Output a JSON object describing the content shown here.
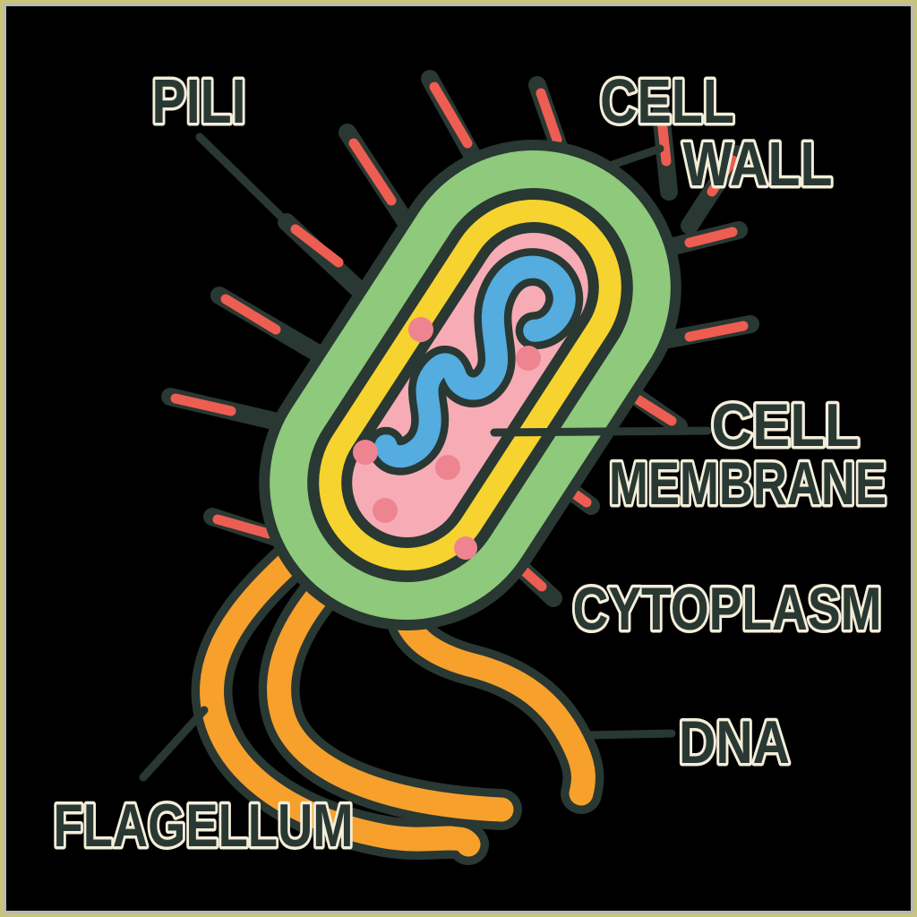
{
  "diagram": {
    "subject": "bacterium cell anatomy",
    "parts": [
      {
        "id": "pili",
        "label": "PILI",
        "color_key": "pili_red"
      },
      {
        "id": "cell-wall",
        "label": "CELL WALL",
        "color_key": "cell_wall_green"
      },
      {
        "id": "cell-membrane",
        "label": "CELL MEMBRANE",
        "color_key": "membrane_yellow"
      },
      {
        "id": "cytoplasm",
        "label": "CYTOPLASM",
        "color_key": "cytoplasm_pink"
      },
      {
        "id": "dna",
        "label": "DNA",
        "color_key": "dna_blue"
      },
      {
        "id": "flagellum",
        "label": "FLAGELLUM",
        "color_key": "flagella_orange"
      }
    ]
  },
  "labels": {
    "pili": "PILI",
    "cell_wall_line1": "CELL",
    "cell_wall_line2": "WALL",
    "cell_membrane_line1": "CELL",
    "cell_membrane_line2": "MEMBRANE",
    "cytoplasm": "CYTOPLASM",
    "dna": "DNA",
    "flagellum": "FLAGELLUM"
  },
  "colors": {
    "background": "#000000",
    "frame_outer_khaki": "#c9c47c",
    "frame_inner_grey": "#b9b9b9",
    "outline": "#293832",
    "label_text": "#293832",
    "label_halo": "#f3eeda",
    "cell_wall_green": "#8fc97c",
    "membrane_yellow": "#f6d32e",
    "cytoplasm_pink": "#f6abb5",
    "ribosome_dot_pink": "#ee8490",
    "pili_red": "#ee5d52",
    "dna_blue": "#54acdf",
    "flagella_orange": "#f7a02c"
  }
}
